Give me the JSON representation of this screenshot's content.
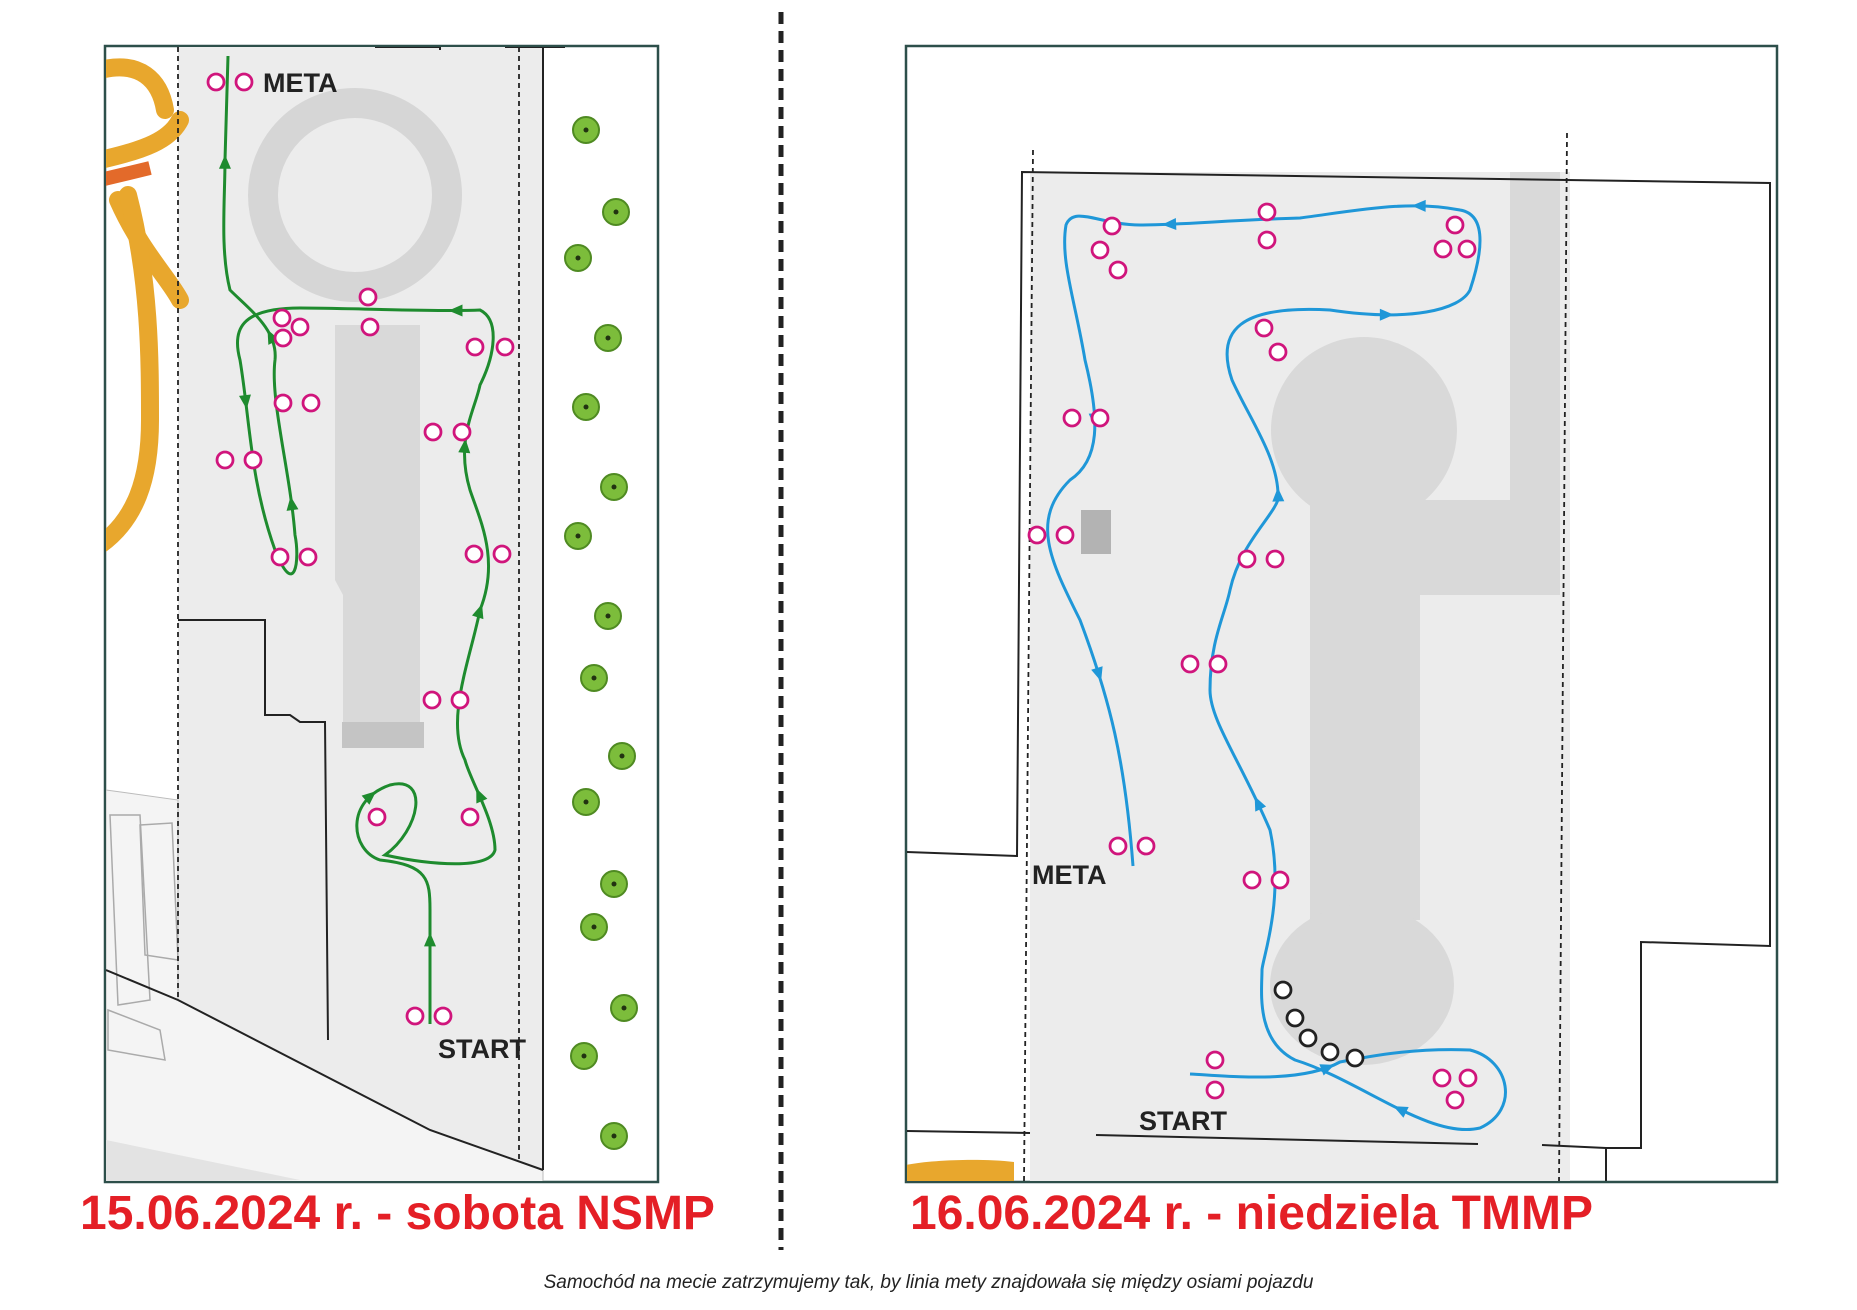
{
  "colors": {
    "route_left": "#1e8b2e",
    "route_right": "#1f97d8",
    "cone": "#d0157c",
    "cone_dark": "#222222",
    "title": "#e41f26",
    "road": "#e8a72d",
    "tree": "#7cbd3b"
  },
  "left_map": {
    "start_label": "START",
    "finish_label": "META",
    "title": "15.06.2024 r. - sobota NSMP"
  },
  "right_map": {
    "start_label": "START",
    "finish_label": "META",
    "title": "16.06.2024 r. - niedziela TMMP"
  },
  "footnote": "Samochód na mecie zatrzymujemy tak, by linia mety znajdowała się między osiami pojazdu"
}
